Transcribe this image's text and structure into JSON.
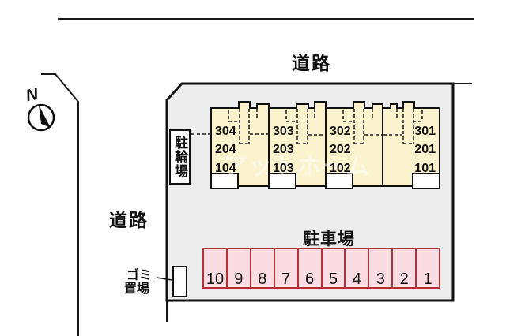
{
  "plan": {
    "road_label_top": "道路",
    "road_label_left": "道路",
    "compass_north": "N",
    "bicycle_parking_label": "駐輪場",
    "garbage_label_line1": "ゴミ",
    "garbage_label_line2": "置場",
    "watermark": "アットホーム"
  },
  "building": {
    "units": [
      {
        "rooms": [
          "304",
          "204",
          "104"
        ]
      },
      {
        "rooms": [
          "303",
          "203",
          "103"
        ]
      },
      {
        "rooms": [
          "302",
          "202",
          "102"
        ]
      },
      {
        "rooms": [
          "301",
          "201",
          "101"
        ]
      }
    ]
  },
  "parking": {
    "title": "駐車場",
    "spaces": [
      "10",
      "9",
      "8",
      "7",
      "6",
      "5",
      "4",
      "3",
      "2",
      "1"
    ]
  },
  "colors": {
    "site_fill": "#EDEDED",
    "building_fill": "#FBF3CE",
    "parking_fill": "#FBDCE2",
    "parking_border": "#B43038",
    "line": "#111111",
    "background": "#FFFFFF"
  }
}
